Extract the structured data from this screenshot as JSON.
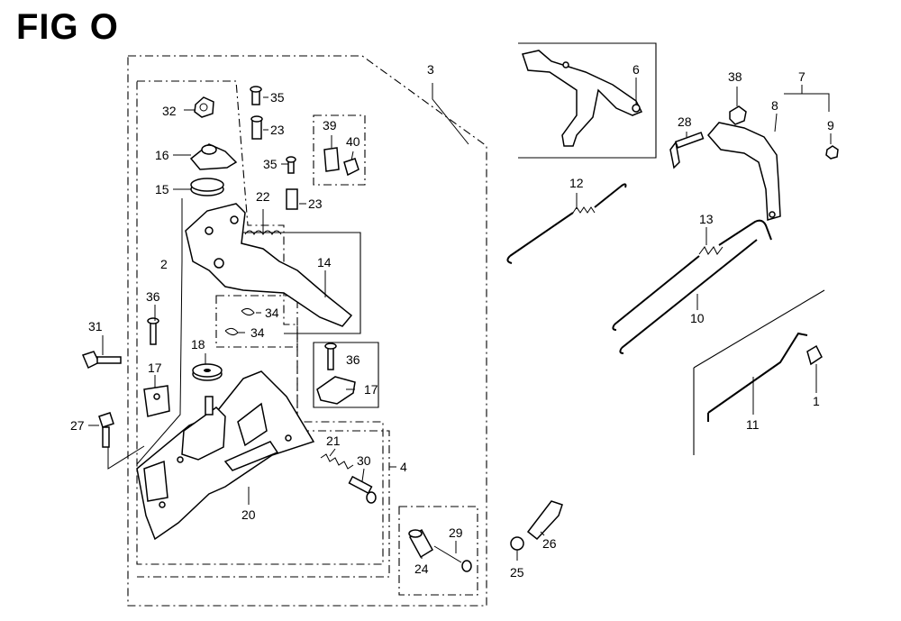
{
  "title": "FIG O",
  "callouts": [
    "1",
    "2",
    "3",
    "4",
    "6",
    "7",
    "8",
    "9",
    "10",
    "11",
    "12",
    "13",
    "14",
    "15",
    "16",
    "17",
    "17",
    "18",
    "20",
    "21",
    "22",
    "23",
    "23",
    "24",
    "25",
    "26",
    "27",
    "28",
    "29",
    "30",
    "31",
    "32",
    "34",
    "34",
    "35",
    "35",
    "36",
    "36",
    "38",
    "39",
    "40"
  ]
}
